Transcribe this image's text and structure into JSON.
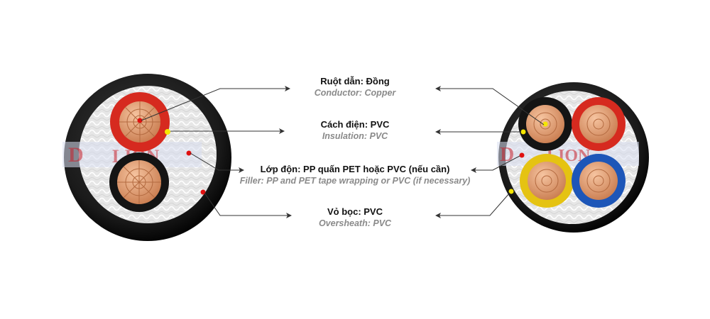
{
  "watermark": {
    "text": "LION",
    "color": "#c8202b"
  },
  "callouts": [
    {
      "key": "conductor",
      "vi": "Ruột dẫn: Đồng",
      "en": "Conductor: Copper"
    },
    {
      "key": "insulation",
      "vi": "Cách điện: PVC",
      "en": "Insulation: PVC"
    },
    {
      "key": "filler",
      "vi": "Lớp độn: PP quấn PET hoặc PVC (nếu cần)",
      "en": "Filler: PP and PET tape wrapping or PVC (if necessary)"
    },
    {
      "key": "oversheath",
      "vi": "Vỏ bọc: PVC",
      "en": "Oversheath: PVC"
    }
  ],
  "cables": {
    "two_core": {
      "cores": [
        "red",
        "black"
      ]
    },
    "four_core": {
      "cores": [
        "black",
        "red",
        "yellow",
        "blue"
      ]
    }
  },
  "colors": {
    "sheath": "#181818",
    "filler": "#e8e8e8",
    "copper": "#e9a173",
    "red": "#d62a1f",
    "black": "#141414",
    "yellow": "#e5c312",
    "blue": "#1d56b8",
    "arrow": "#333333",
    "marker_red": "#e01010",
    "marker_yellow": "#f5e600"
  }
}
